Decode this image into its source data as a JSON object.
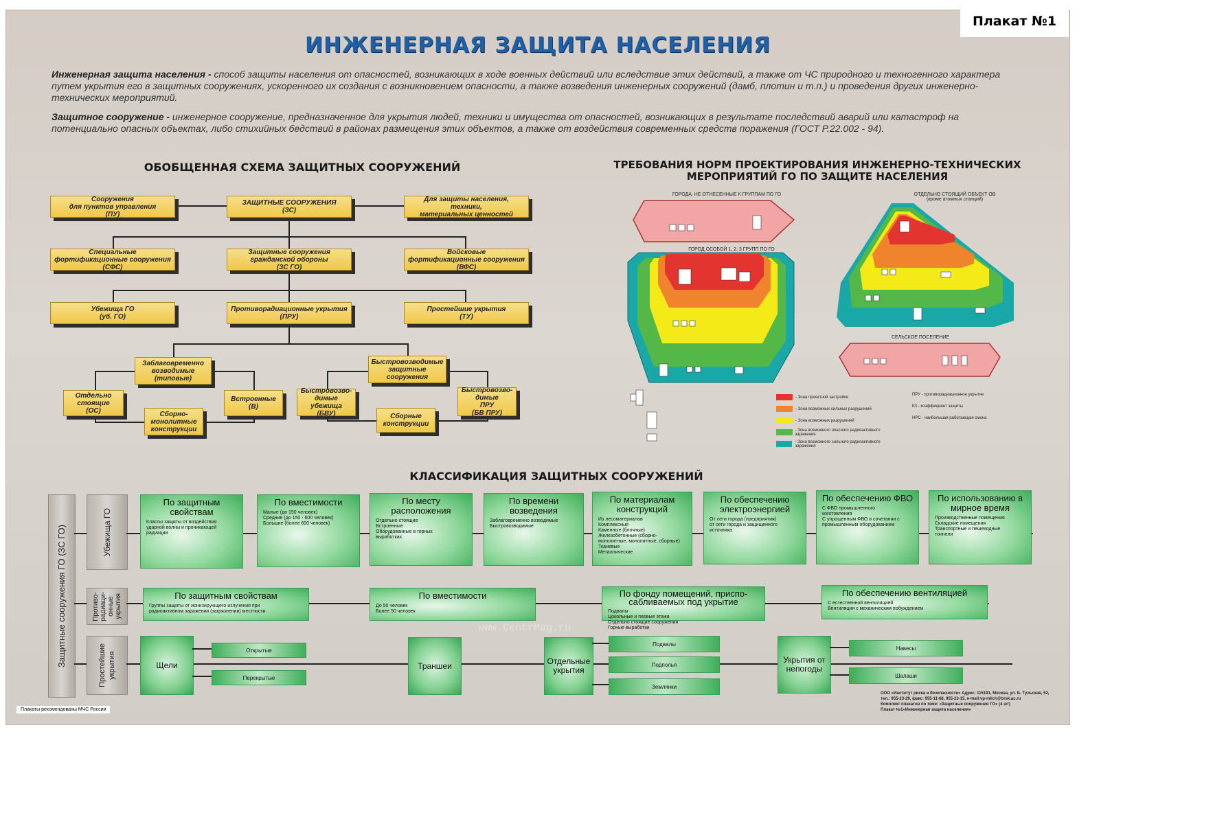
{
  "poster_number": "Плакат №1",
  "title": "ИНЖЕНЕРНАЯ ЗАЩИТА НАСЕЛЕНИЯ",
  "definitions": [
    {
      "term": "Инженерная защита населения -",
      "text": " способ защиты населения от опасностей, возникающих в ходе военных действий или вследствие этих действий, а также от ЧС природного и техногенного характера  путем укрытия его в защитных сооружениях, ускоренного их создания с возникновением опасности, а также возведения инженерных сооружений (дамб, плотин и т.п.) и проведения других инженерно-технических мероприятий."
    },
    {
      "term": "Защитное сооружение -",
      "text": " инженерное сооружение, предназначенное для укрытия людей, техники и имущества от опасностей, возникающих в результате последствий аварий или катастроф на потенциально опасных объектах, либо стихийных бедствий в районах размещения этих объектов, а также от воздействия современных средств поражения (ГОСТ Р.22.002 - 94)."
    }
  ],
  "scheme": {
    "title": "ОБОБЩЕННАЯ СХЕМА ЗАЩИТНЫХ СООРУЖЕНИЙ",
    "boxes": {
      "tu_ctrl": "Сооружения\nдля пунктов управления\n(ПУ)",
      "zs": "ЗАЩИТНЫЕ СООРУЖЕНИЯ\n(ЗС)",
      "protect": "Для защиты населения, техники,\nматериальных ценностей",
      "sfs": "Специальные\nфортификационные сооружения\n(СФС)",
      "zsgo": "Защитные сооружения\nгражданской обороны\n(ЗС ГО)",
      "vfs": "Войсковые\nфортификационные сооружения\n(ВФС)",
      "ubgo": "Убежища ГО\n(уб. ГО)",
      "pru": "Противорадиационные укрытия\n(ПРУ)",
      "tu": "Простейшие укрытия\n(ТУ)",
      "zv": "Заблаговременно\nвозводимые\n(типовые)",
      "bvz": "Быстровозводимые\nзащитные\nсооружения",
      "os": "Отдельно\nстоящие\n(ОС)",
      "vstr": "Встроенные\n(В)",
      "sbmon": "Сборно-\nмонолитные\nконструкции",
      "bvu": "Быстровозво-\nдимые\nубежища\n(БВУ)",
      "sbk": "Сборные\nконструкции",
      "bvpru": "Быстровозво-\nдимые\nПРУ\n(БВ ПРУ)"
    }
  },
  "requirements": {
    "title_line1": "ТРЕБОВАНИЯ НОРМ ПРОЕКТИРОВАНИЯ ИНЖЕНЕРНО-ТЕХНИЧЕСКИХ",
    "title_line2": "МЕРОПРИЯТИЙ  ГО ПО ЗАЩИТЕ НАСЕЛЕНИЯ",
    "cap_top_left": "ГОРОДА, НЕ ОТНЕСЕННЫЕ К ГРУППАМ ПО ГО",
    "cap_city": "ГОРОД ОСОБОЙ 1, 2, 3 ГРУПП ПО ГО",
    "cap_object": "ОТДЕЛЬНО СТОЯЩИЙ ОБЪЕКТ ОВ",
    "cap_object2": "(кроме атомных станций)",
    "cap_rural": "СЕЛЬСКОЕ ПОСЕЛЕНИЕ",
    "legend": [
      {
        "color": "#e3342f",
        "label": "- Зона проектной застройки"
      },
      {
        "color": "#f0842c",
        "label": "- Зона возможных сильных разрушений"
      },
      {
        "color": "#f4ea18",
        "label": "- Зона возможных разрушений"
      },
      {
        "color": "#54b848",
        "label": "- Зона возможного опасного радиоактивного заражения"
      },
      {
        "color": "#19a7a8",
        "label": "- Зона возможного сильного радиоактивного заражения"
      }
    ],
    "abbr": [
      "ПРУ - противорадиационное укрытие",
      "КЗ - коэффициент защиты",
      "НРС - наибольшая работающая смена"
    ]
  },
  "classification": {
    "title": "КЛАССИФИКАЦИЯ ЗАЩИТНЫХ СООРУЖЕНИЙ",
    "side_label": "Защитные сооружения ГО (ЗС ГО)",
    "row1_label": "Убежища ГО",
    "row2_label": "Противо-\nрадиаци-\nонные\nукрытия",
    "row3_label": "Простейшие\nукрытия",
    "row1": [
      {
        "h": "По защитным свойствам",
        "t": "Классы защиты от воздействия\nударной волны и проникающей\nрадиации"
      },
      {
        "h": "По вместимости",
        "t": "Малые (до 150 человек)\nСредние (до 150 - 600 человек)\nБольшие (более 600 человек)"
      },
      {
        "h": "По месту расположения",
        "t": "Отдельно стоящие\nВстроенные\nОборудованные в горных\nвыработках"
      },
      {
        "h": "По времени возведения",
        "t": "Заблаговременно возводимые\nБыстровозводимые"
      },
      {
        "h": "По материалам конструкций",
        "t": "Из лесоматериалов\nКомплексные\nКаменные (блочные)\nЖелезобетонные (сборно-\nмонолитные, монолитные, сборные)\nТканевые\nМеталлические"
      },
      {
        "h": "По обеспечению электроэнергией",
        "t": "От сети города (предприятия)\nот сети города и защищенного\nисточника"
      },
      {
        "h": "По обеспечению ФВО",
        "t": "С ФВО промышленного\nизготовления\nС упрощенным ФВО в сочетании с\nпромышленным оборудованием"
      },
      {
        "h": "По использованию в мирное время",
        "t": "Производственные помещения\nСкладские помещения\nТранспортные и пешеходные\nтоннели"
      }
    ],
    "row2": [
      {
        "h": "По защитным свойствам",
        "t": "Группы защиты от ионизирующего излучения при\nрадиоактивном заражении (загрязнении) местности"
      },
      {
        "h": "По вместимости",
        "t": "До 50 человек\nБолее 50 человек"
      },
      {
        "h": "По фонду помещений, приспо-\nсабливаемых под укрытие",
        "t": "Подвалы\nЦокольные и первые этажи\nОтдельно стоящие сооружения\nГорные выработки"
      },
      {
        "h": "По обеспечению вентиляцией",
        "t": "С естественной вентиляцией\nВентиляция с механическим побуждением"
      }
    ],
    "row3": {
      "slits": "Щели",
      "slits_open": "Открытые",
      "slits_closed": "Перекрытые",
      "trenches": "Траншеи",
      "separate": "Отдельные\nукрытия",
      "separate_items": [
        "Подвалы",
        "Подполья",
        "Землянки"
      ],
      "weather": "Укрытия от\nнепогоды",
      "weather_items": [
        "Навесы",
        "Шалаши"
      ]
    }
  },
  "watermark": "www.CentrMag.ru",
  "footer_left": "Плакаты рекомендованы МЧС России",
  "footer_right": [
    "ООО «Институт риска и безопасности»  Адрес: 115191, Москва, ул. Б. Тульская, 52,",
    "тел.: 955-23-29, факс: 955-11-68, 955-23-15, e-mail:vp-mlich@brsk.ac.ru",
    "Комплект плакатов по теме: «Защитные сооружения ГО» (4 шт)",
    "Плакат №1«Инженерная защита населения»"
  ]
}
